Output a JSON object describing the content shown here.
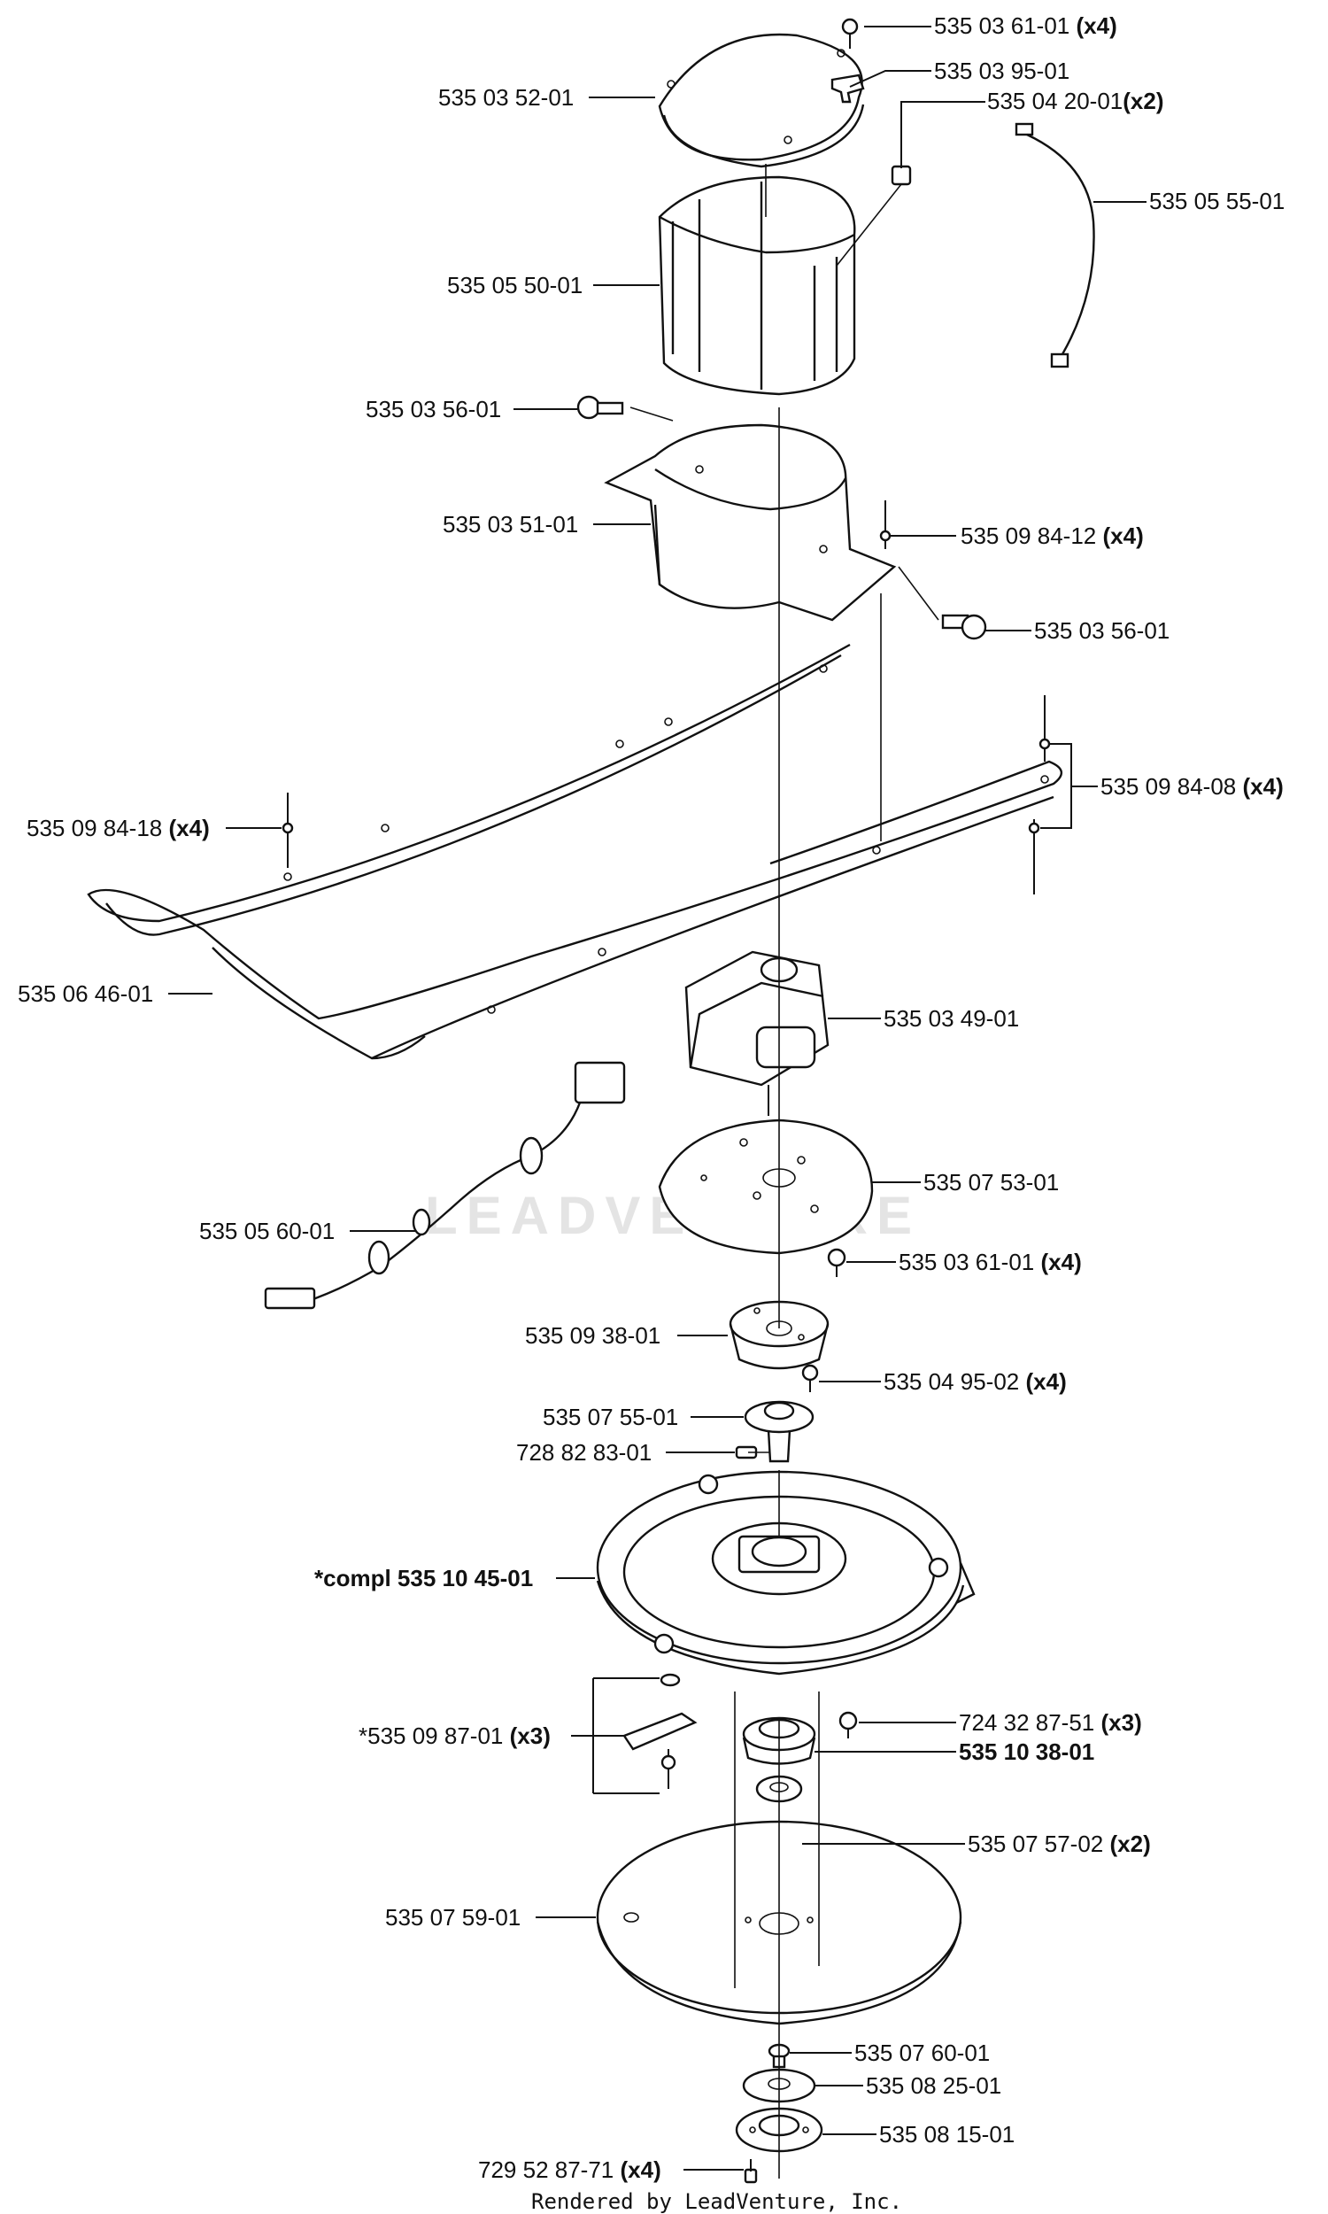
{
  "watermark": "LEADVENTURE",
  "footer": "Rendered by LeadVenture, Inc.",
  "callouts": [
    {
      "id": "c1",
      "code": "535 03 61-01",
      "qty": "(x4)",
      "emph": false
    },
    {
      "id": "c2",
      "code": "535 03 95-01",
      "qty": "",
      "emph": false
    },
    {
      "id": "c3",
      "code": "535 04 20-01",
      "qty": "(x2)",
      "emph": false
    },
    {
      "id": "c4",
      "code": "535 03 52-01",
      "qty": "",
      "emph": false
    },
    {
      "id": "c5",
      "code": "535 05 55-01",
      "qty": "",
      "emph": false
    },
    {
      "id": "c6",
      "code": "535 05 50-01",
      "qty": "",
      "emph": false
    },
    {
      "id": "c7",
      "code": "535 03 56-01",
      "qty": "",
      "emph": false
    },
    {
      "id": "c8",
      "code": "535 03 51-01",
      "qty": "",
      "emph": false
    },
    {
      "id": "c9",
      "code": "535 09 84-12",
      "qty": "(x4)",
      "emph": false
    },
    {
      "id": "c10",
      "code": "535 03 56-01",
      "qty": "",
      "emph": false
    },
    {
      "id": "c11",
      "code": "535 09 84-08",
      "qty": "(x4)",
      "emph": false
    },
    {
      "id": "c12",
      "code": "535 09 84-18",
      "qty": "(x4)",
      "emph": false
    },
    {
      "id": "c13",
      "code": "535 06 46-01",
      "qty": "",
      "emph": false
    },
    {
      "id": "c14",
      "code": "535 03 49-01",
      "qty": "",
      "emph": false
    },
    {
      "id": "c15",
      "code": "535 07 53-01",
      "qty": "",
      "emph": false
    },
    {
      "id": "c16",
      "code": "535 05 60-01",
      "qty": "",
      "emph": false
    },
    {
      "id": "c17",
      "code": "535 03 61-01",
      "qty": "(x4)",
      "emph": false
    },
    {
      "id": "c18",
      "code": "535 09 38-01",
      "qty": "",
      "emph": false
    },
    {
      "id": "c19",
      "code": "535 04 95-02",
      "qty": "(x4)",
      "emph": false
    },
    {
      "id": "c20",
      "code": "535 07 55-01",
      "qty": "",
      "emph": false
    },
    {
      "id": "c21",
      "code": "728 82 83-01",
      "qty": "",
      "emph": false
    },
    {
      "id": "c22",
      "code": "*compl 535 10 45-01",
      "qty": "",
      "emph": true
    },
    {
      "id": "c23",
      "code": "*535 09 87-01",
      "qty": "(x3)",
      "emph": false
    },
    {
      "id": "c24",
      "code": "724 32 87-51",
      "qty": "(x3)",
      "emph": false
    },
    {
      "id": "c25",
      "code": "535 10 38-01",
      "qty": "",
      "emph": true
    },
    {
      "id": "c26",
      "code": "535 07 57-02",
      "qty": "(x2)",
      "emph": false
    },
    {
      "id": "c27",
      "code": "535 07 59-01",
      "qty": "",
      "emph": false
    },
    {
      "id": "c28",
      "code": "535 07 60-01",
      "qty": "",
      "emph": false
    },
    {
      "id": "c29",
      "code": "535 08 25-01",
      "qty": "",
      "emph": false
    },
    {
      "id": "c30",
      "code": "535 08 15-01",
      "qty": "",
      "emph": false
    },
    {
      "id": "c31",
      "code": "729 52 87-71",
      "qty": "(x4)",
      "emph": false
    }
  ]
}
